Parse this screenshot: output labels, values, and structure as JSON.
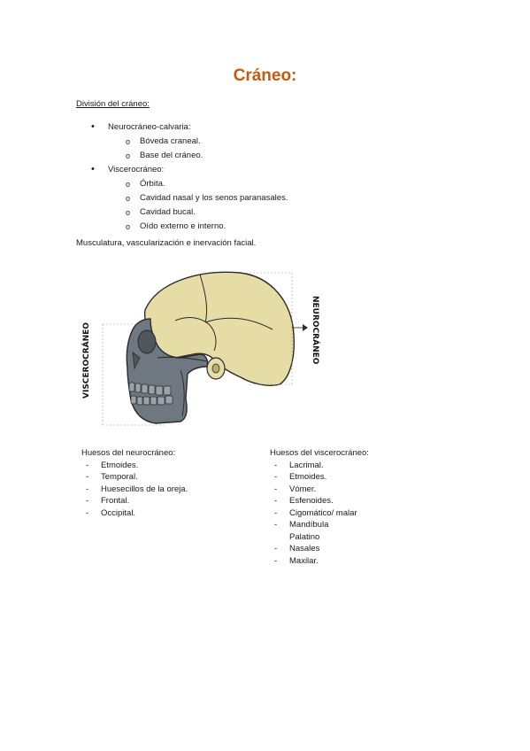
{
  "title": "Cráneo:",
  "division_heading": "División del cráneo:",
  "division": {
    "neuro": {
      "label": "Neurocráneo-calvaria:",
      "children": [
        "Bóveda craneal.",
        "Base del cráneo."
      ]
    },
    "viscero": {
      "label": "Viscerocráneo:",
      "children": [
        "Órbita.",
        "Cavidad nasal y los senos paranasales.",
        "Cavidad bucal.",
        "Oído externo e interno."
      ]
    }
  },
  "paragraph": "Musculatura, vascularización e inervación facial.",
  "figure": {
    "label_left": "VISCEROCRÁNEO",
    "label_right": "NEUROCRÁNEO",
    "colors": {
      "neuro": "#e6dca5",
      "viscero": "#6f7780",
      "outline": "#2b2b2b"
    }
  },
  "neuro_bones": {
    "heading": "Huesos del neurocráneo:",
    "items": [
      "Etmoides.",
      "Temporal.",
      "Huesecillos de la oreja.",
      "Frontal.",
      "Occipital."
    ]
  },
  "viscero_bones": {
    "heading": "Huesos del viscerocráneo:",
    "items": [
      "Lacrimal.",
      "Etmoides.",
      "Vómer.",
      "Esfenoides.",
      "Cigomático/ malar",
      "Mandíbula",
      "Palatino",
      "Nasales",
      "Maxilar."
    ]
  },
  "colors": {
    "title": "#c55a11"
  }
}
